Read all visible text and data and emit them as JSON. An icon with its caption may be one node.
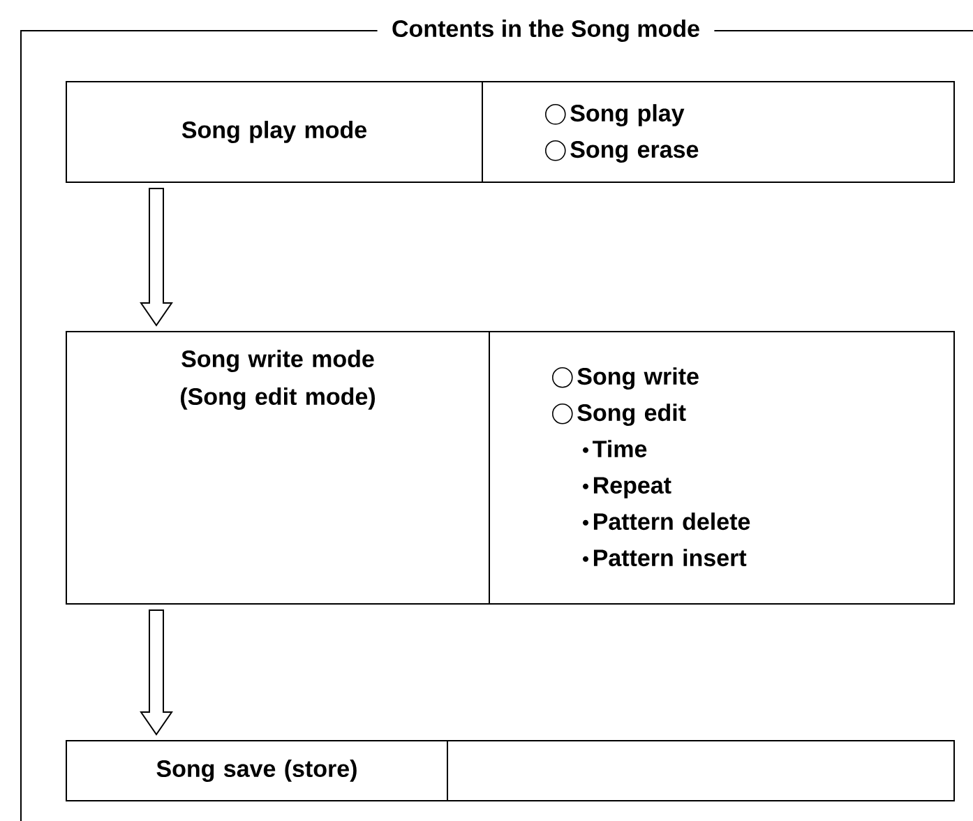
{
  "diagram": {
    "nodes": [
      {
        "text": [
          "Contents in the Song mode"
        ]
      },
      {
        "text": [
          "Song play mode"
        ]
      },
      {
        "text": [
          "Song play",
          "Song erase"
        ]
      },
      {
        "text": [
          "Song write mode (Song edit mode)"
        ]
      },
      {
        "text": [
          "Song write",
          "Song edit",
          "Time",
          "Repeat",
          "Pattern delete",
          "Pattern insert"
        ]
      },
      {
        "text": [
          "Song save (store)"
        ]
      },
      {
        "text": [],
        "shape": "box"
      }
    ],
    "edges": [
      {
        "from": 1,
        "to": 3,
        "arrow": "to"
      },
      {
        "from": 3,
        "to": 5,
        "arrow": "to"
      }
    ]
  }
}
